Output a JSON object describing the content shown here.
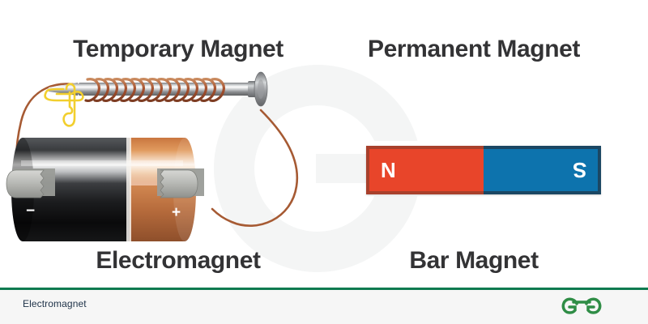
{
  "headings": {
    "temporary_magnet": "Temporary Magnet",
    "permanent_magnet": "Permanent Magnet"
  },
  "labels": {
    "electromagnet": "Electromagnet",
    "bar_magnet": "Bar Magnet"
  },
  "electromagnet": {
    "battery": {
      "negative_terminal": "−",
      "positive_terminal": "+"
    },
    "parts": {
      "nail": "iron-nail",
      "coil": "copper-wire-coil",
      "paperclips": "paperclips",
      "wire": "copper-wire"
    }
  },
  "bar_magnet": {
    "north_pole": "N",
    "south_pole": "S"
  },
  "footer": {
    "caption": "Electromagnet",
    "logo": "geeksforgeeks-logo"
  },
  "colors": {
    "heading": "#333335",
    "north_red": "#e8452a",
    "north_border": "#a8402c",
    "south_blue": "#0d73ad",
    "south_border": "#1b4763",
    "footer_green": "#0d7a4f",
    "footer_bg": "#f6f6f6",
    "footer_text": "#20344a",
    "copper": "#b5653a",
    "watermark": "#f4f5f5"
  }
}
